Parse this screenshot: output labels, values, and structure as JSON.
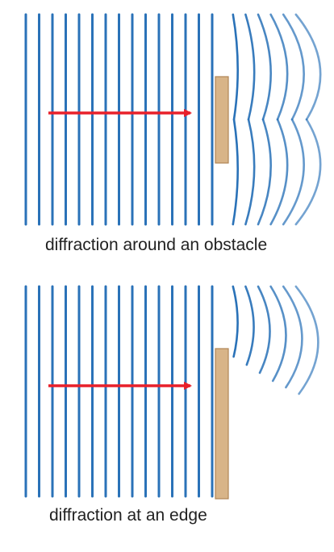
{
  "colors": {
    "wavefront": "#2a72b8",
    "arrow": "#e8202a",
    "barrier_fill": "#d8b488",
    "barrier_stroke": "#b08556",
    "caption": "#222222"
  },
  "panels": [
    {
      "id": "obstacle",
      "caption": "diffraction around an obstacle",
      "barrier": "obstacle",
      "arrow_icon": "wave-direction-arrow-icon"
    },
    {
      "id": "edge",
      "caption": "diffraction at an edge",
      "barrier": "edge",
      "arrow_icon": "wave-direction-arrow-icon"
    }
  ]
}
